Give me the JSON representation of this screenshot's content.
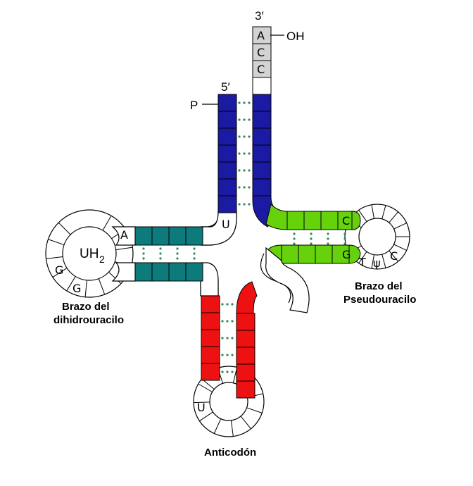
{
  "ends": {
    "three_prime": "3′",
    "five_prime": "5′",
    "hydroxyl": "OH",
    "phosphate": "P"
  },
  "acceptor_tail": [
    "A",
    "C",
    "C"
  ],
  "loop_labels": {
    "uh2": "UH",
    "uh2_sub": "2",
    "d_arm_A": "A",
    "d_loop_G1": "G",
    "d_loop_G2": "G",
    "junction_U": "U",
    "t_stem_C": "C",
    "t_stem_G": "G",
    "t_loop_T": "T",
    "t_loop_psi": "ψ",
    "t_loop_C": "C",
    "anticodon_U": "U"
  },
  "arm_labels": {
    "d_arm_line1": "Brazo del",
    "d_arm_line2": "dihidrouracilo",
    "t_arm_line1": "Brazo del",
    "t_arm_line2": "Pseudouracilo",
    "anticodon": "Anticodón"
  },
  "colors": {
    "acceptor_stem": "#1a1aa3",
    "d_stem": "#0d7b7b",
    "t_stem": "#66d20c",
    "anticodon_stem": "#ee1111",
    "cca_tail": "#d3d3d3",
    "base_pair_dots": "#2e8b57"
  }
}
